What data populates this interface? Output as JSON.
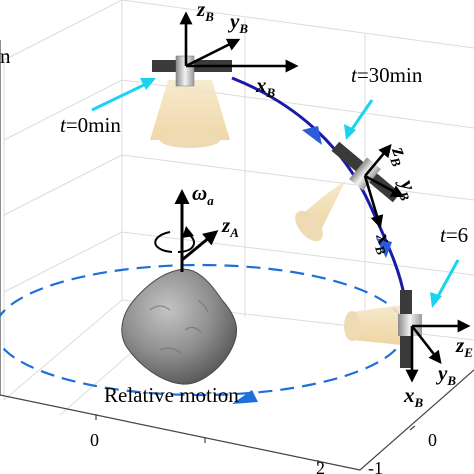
{
  "figure": {
    "axis_fragment_top_left": "n",
    "time_labels": {
      "t0": {
        "var": "t",
        "value": "=0min"
      },
      "t30": {
        "var": "t",
        "value": "=30min"
      },
      "t6": {
        "var": "t",
        "value": "=6"
      }
    },
    "frame_labels": {
      "zB": {
        "base": "z",
        "sub": "B"
      },
      "yB": {
        "base": "y",
        "sub": "B"
      },
      "xB": {
        "base": "x",
        "sub": "B"
      },
      "zA": {
        "base": "z",
        "sub": "A"
      },
      "omega": {
        "base": "ω",
        "sub": "a"
      },
      "zE_fragment": {
        "base": "z",
        "sub": "E"
      }
    },
    "relative_motion_label": "Relative motion",
    "tick_labels": {
      "x_tick_0": "0",
      "x_tick_2": "2",
      "y_tick_minus1": "-1",
      "y_tick_0": "0"
    },
    "colors": {
      "trajectory": "#1a1aa8",
      "orbit_dashed": "#1f6fd8",
      "pointer": "#19d3f0",
      "panel": "#3a3a3a",
      "beam": "#f3ddb0",
      "asteroid": "#8f8f8f",
      "grid": "#dcdcdc"
    }
  }
}
